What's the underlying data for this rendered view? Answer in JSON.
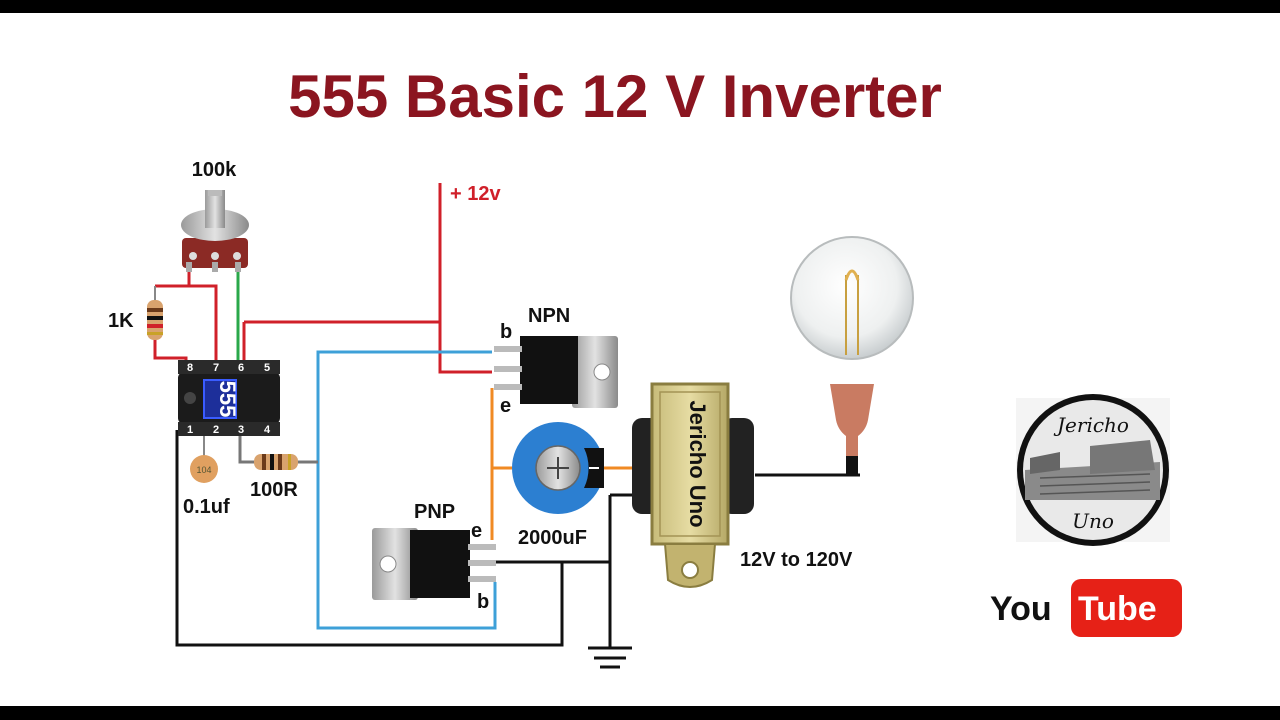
{
  "title": "555 Basic 12 V Inverter",
  "supply_label": "+ 12v",
  "components": {
    "pot": "100k",
    "r1": "1K",
    "ic_label": "555",
    "ic_pins_top": [
      "8",
      "7",
      "6",
      "5"
    ],
    "ic_pins_bottom": [
      "1",
      "2",
      "3",
      "4"
    ],
    "cap_small_marking": "104",
    "cap_small": "0.1uf",
    "r2": "100R",
    "npn": "NPN",
    "pnp": "PNP",
    "npn_b": "b",
    "npn_e": "e",
    "pnp_e": "e",
    "pnp_b": "b",
    "cap_big": "2000uF",
    "transformer_label": "Jericho Uno",
    "transformer_rating": "12V to 120V"
  },
  "logo": {
    "line1": "Jericho",
    "line2": "Uno"
  },
  "youtube": {
    "you": "You",
    "tube": "Tube"
  },
  "colors": {
    "title": "#8b1520",
    "wire_red": "#d0202a",
    "wire_blue": "#3ea0d8",
    "wire_green": "#2aa84a",
    "wire_orange": "#f08a24",
    "wire_black": "#111111",
    "youtube_red": "#e62117"
  }
}
